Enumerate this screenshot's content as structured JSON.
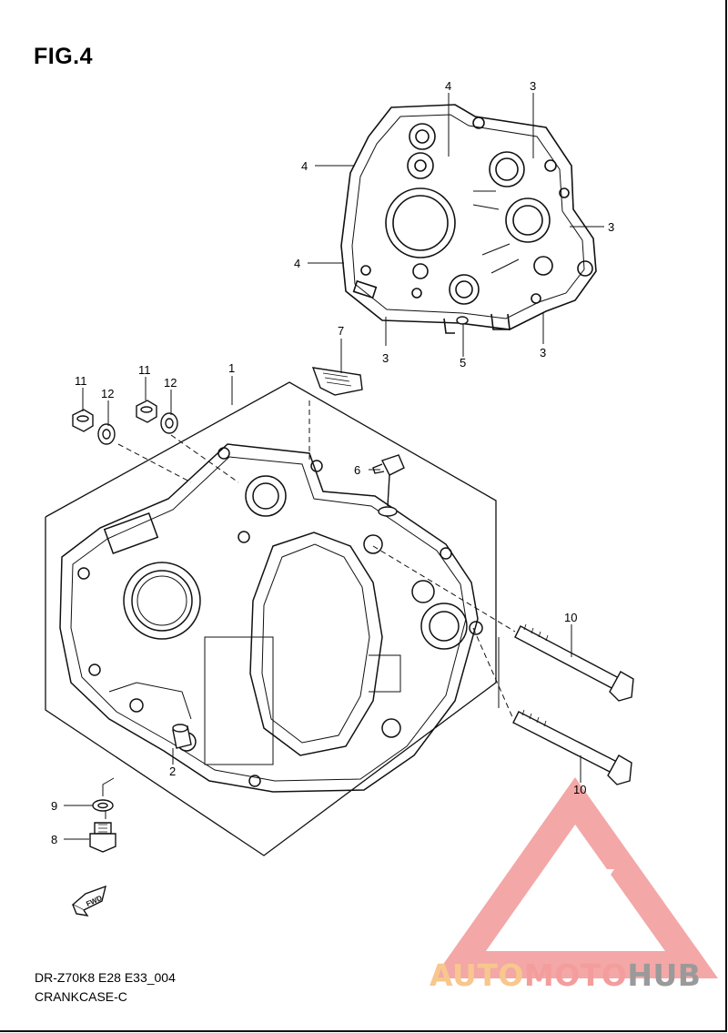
{
  "figure": {
    "title": "FIG.4",
    "model_code": "DR-Z70K8 E28 E33_004",
    "section_name": "CRANKCASE-C"
  },
  "callouts": {
    "c1": "1",
    "c2": "2",
    "c3a": "3",
    "c3b": "3",
    "c3c": "3",
    "c3d": "3",
    "c4a": "4",
    "c4b": "4",
    "c4c": "4",
    "c5": "5",
    "c6": "6",
    "c7": "7",
    "c8": "8",
    "c9": "9",
    "c10a": "10",
    "c10b": "10",
    "c11a": "11",
    "c11b": "11",
    "c12a": "12",
    "c12b": "12"
  },
  "fwd_label": "FWD",
  "watermark": {
    "part1": "AUTO",
    "part2": "MOTO",
    "part3": "HUB"
  },
  "colors": {
    "line": "#111111",
    "watermark_red": "#f08a8a",
    "watermark_orange": "#f7c78d",
    "watermark_gray": "#9a9a9a"
  }
}
